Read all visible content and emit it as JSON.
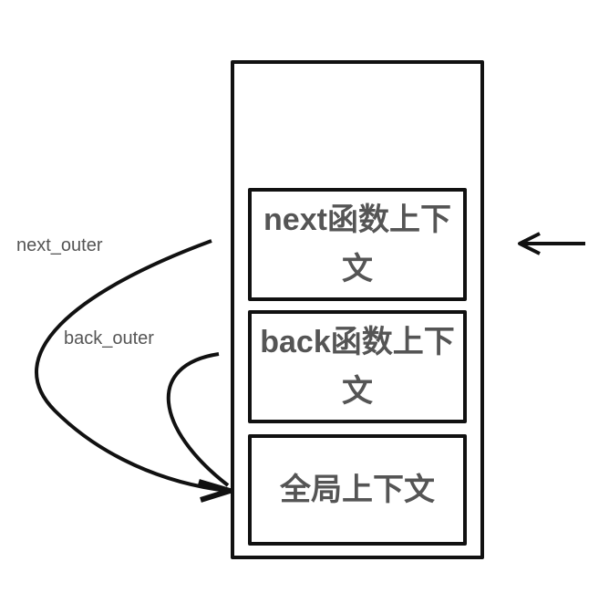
{
  "labels": {
    "next_outer": "next_outer",
    "back_outer": "back_outer"
  },
  "stack": [
    {
      "text": "next函数上下文"
    },
    {
      "text": "back函数上下文"
    },
    {
      "text": "全局上下文"
    }
  ]
}
